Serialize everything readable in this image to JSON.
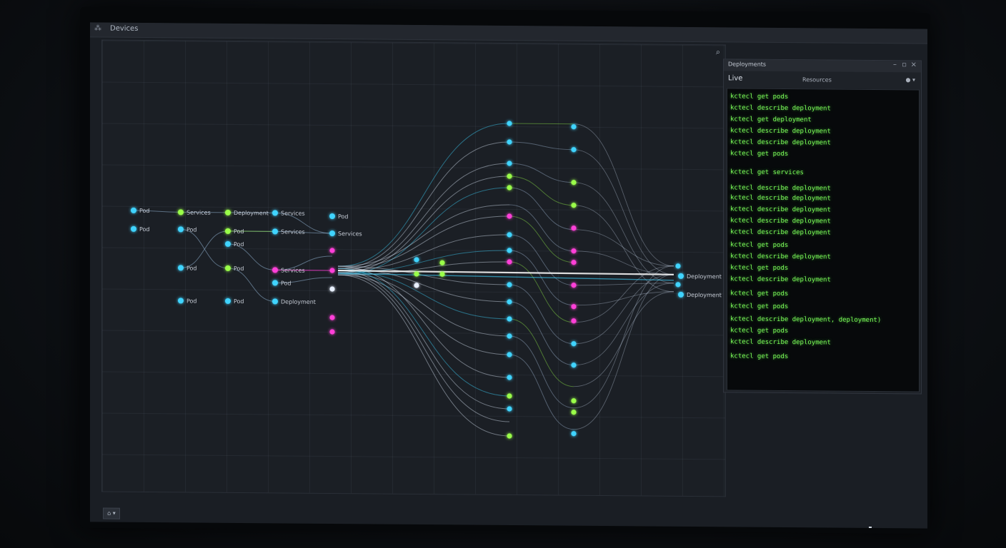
{
  "window": {
    "title": "Devices",
    "menu_icon": "menu-icon"
  },
  "graph": {
    "search_icon": "search-icon",
    "columns": [
      {
        "id": "c0",
        "labels": [
          "Pod",
          "Pod"
        ]
      },
      {
        "id": "c1",
        "labels": [
          "Services",
          "Pod",
          "Pod",
          "Pod"
        ]
      }
    ],
    "nodes": [
      {
        "id": "n1",
        "label": "Pod",
        "color": "cyan"
      },
      {
        "id": "n2",
        "label": "Pod",
        "color": "cyan"
      },
      {
        "id": "n3",
        "label": "Services",
        "color": "green"
      },
      {
        "id": "n4",
        "label": "Pod",
        "color": "cyan"
      },
      {
        "id": "n5",
        "label": "Pod",
        "color": "cyan"
      },
      {
        "id": "n6",
        "label": "Pod",
        "color": "cyan"
      },
      {
        "id": "n7",
        "label": "Deployment",
        "color": "green"
      },
      {
        "id": "n8",
        "label": "Pod",
        "color": "green"
      },
      {
        "id": "n9",
        "label": "Pod",
        "color": "cyan"
      },
      {
        "id": "n10",
        "label": "Pod",
        "color": "green"
      },
      {
        "id": "n11",
        "label": "Pod",
        "color": "cyan"
      },
      {
        "id": "n12",
        "label": "Services",
        "color": "cyan"
      },
      {
        "id": "n13",
        "label": "Services",
        "color": "cyan"
      },
      {
        "id": "n14",
        "label": "Services",
        "color": "magenta"
      },
      {
        "id": "n15",
        "label": "Pod",
        "color": "cyan"
      },
      {
        "id": "n16",
        "label": "Deployment",
        "color": "cyan"
      },
      {
        "id": "n17",
        "label": "Pod",
        "color": "cyan"
      },
      {
        "id": "n18",
        "label": "Services",
        "color": "cyan"
      },
      {
        "id": "n19",
        "label": "Deployment",
        "color": "cyan"
      },
      {
        "id": "n20",
        "label": "Deployment",
        "color": "cyan"
      }
    ],
    "colors": {
      "cyan": "#3fd4ff",
      "green": "#9aff4a",
      "magenta": "#ff3fd8",
      "white": "#e8f0ff"
    }
  },
  "terminal": {
    "title": "Deployments",
    "tab_live": "Live",
    "tab_resources": "Resources",
    "minimize_icon": "minimize-icon",
    "maximize_icon": "maximize-icon",
    "close_icon": "close-icon",
    "lines": [
      "kctecl get pods",
      "kctecl describe deployment",
      "kctecl get deployment",
      "kctecl describe deployment",
      "kctecl describe deployment",
      "kctecl get pods",
      "kctecl get services",
      "kctecl describe deployment",
      "kctecl describe deployment",
      "kctecl describe deployment",
      "kctecl describe deployment",
      "kctecl describe deployment",
      "kctecl get pods",
      "kctecl describe deployment",
      "kctecl get pods",
      "kctecl describe deployment",
      "kctecl get pods",
      "kctecl get pods",
      "kctecl describe deployment, deployment)",
      "kctecl get pods",
      "kctecl describe deployment",
      "kctecl get pods"
    ]
  },
  "footer": {
    "button_label": "⌂ ▾"
  }
}
